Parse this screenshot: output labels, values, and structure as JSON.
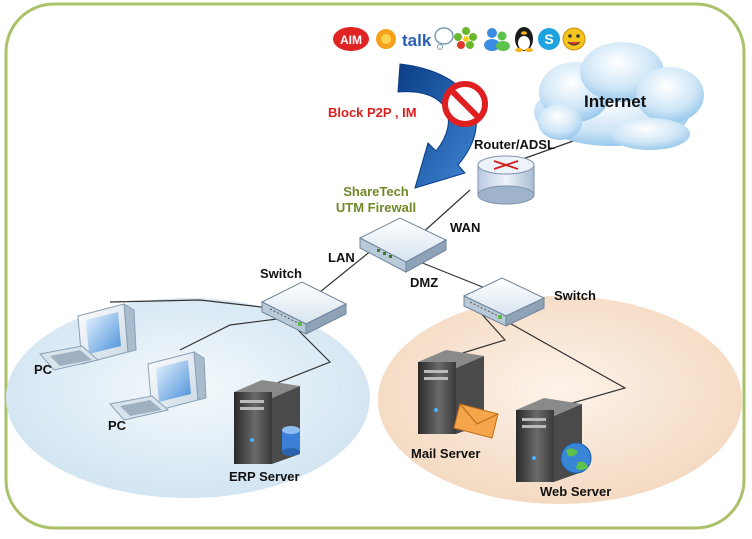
{
  "im_icons": [
    "aim-icon",
    "sun-icon",
    "talk-icon",
    "chat-bubble-icon",
    "icq-flower-icon",
    "msn-people-icon",
    "qq-penguin-icon",
    "skype-icon",
    "yahoo-smiley-icon"
  ],
  "im_icon_text": {
    "aim": "AIM",
    "talk": "talk"
  },
  "block_label": "Block P2P , IM",
  "internet_label": "Internet",
  "router_label": "Router/ADSL",
  "firewall_label_line1": "ShareTech",
  "firewall_label_line2": "UTM Firewall",
  "wan_label": "WAN",
  "lan_label": "LAN",
  "dmz_label": "DMZ",
  "switch_left_label": "Switch",
  "switch_right_label": "Switch",
  "pc1_label": "PC",
  "pc2_label": "PC",
  "erp_label": "ERP Server",
  "mail_label": "Mail Server",
  "web_label": "Web Server",
  "colors": {
    "frame_border": "#a9c26a",
    "block_text": "#e02020",
    "firewall_text": "#6f8a26",
    "arrow_blue": "#1f5fb0",
    "lan_zone": "#dcecf6",
    "dmz_zone": "#f8e3cf"
  }
}
